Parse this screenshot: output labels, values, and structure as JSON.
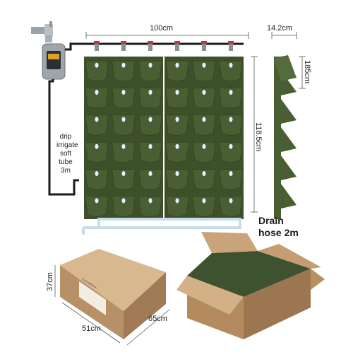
{
  "dimensions": {
    "width": "100cm",
    "height": "118.5cm",
    "depth": "14.2cm",
    "pocket_height": "185cm"
  },
  "tube_label": [
    "drip",
    "irrigate",
    "soft",
    "tube",
    "3m"
  ],
  "drain_label": [
    "Drain",
    "hose 2m"
  ],
  "box_dimensions": {
    "height": "37cm",
    "width": "51cm",
    "length": "65cm"
  },
  "box_brand": "GrowBox",
  "colors": {
    "planter_green": "#4a5e34",
    "cardboard": "#c9a47a",
    "tube_black": "#1a1a1a",
    "drain_hose": "#d6e6f0"
  },
  "grid": {
    "rows": 6,
    "columns_per_panel": 3,
    "panels": 2
  }
}
